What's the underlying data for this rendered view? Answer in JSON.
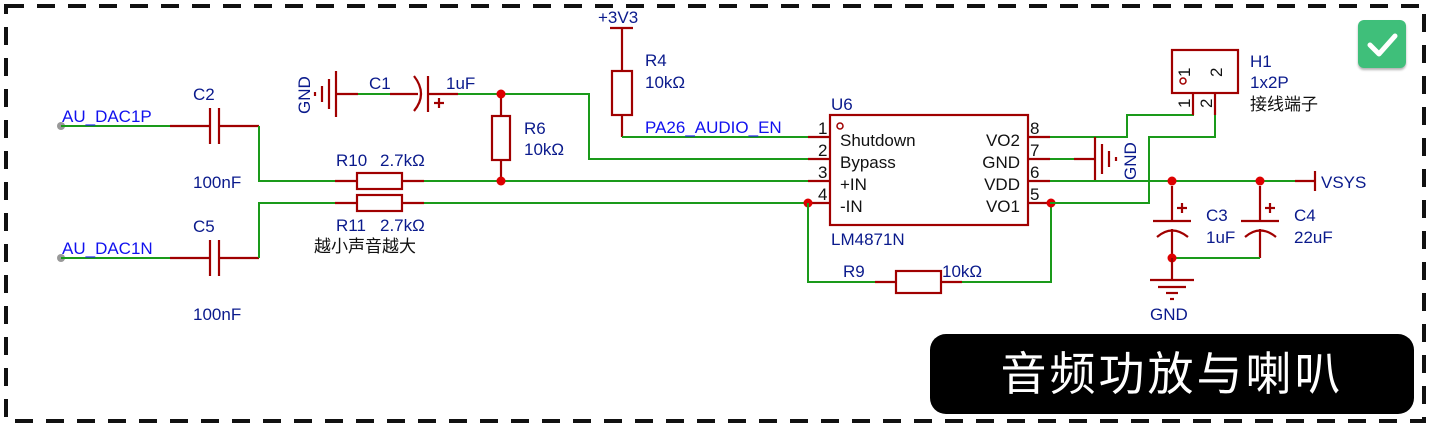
{
  "title": "音频功放与喇叭",
  "status_icon": "check-icon",
  "colors": {
    "wire": "#1a9a1a",
    "part": "#a00000",
    "label": "#0a1a8c",
    "net_label": "#1111ee",
    "junction": "#dd0000",
    "check": "#3fbf7a"
  },
  "nets": {
    "au_dac1p": "AU_DAC1P",
    "au_dac1n": "AU_DAC1N",
    "pa26": "PA26_AUDIO_EN",
    "v3v3": "+3V3",
    "vsys": "VSYS",
    "gnd_c1": "GND",
    "gnd_u6": "GND",
    "gnd_c3": "GND"
  },
  "components": {
    "c2": {
      "ref": "C2",
      "value": "100nF"
    },
    "c5": {
      "ref": "C5",
      "value": "100nF"
    },
    "c1": {
      "ref": "C1",
      "value": "1uF",
      "polarity": "+"
    },
    "r10": {
      "ref": "R10",
      "value": "2.7kΩ"
    },
    "r11": {
      "ref": "R11",
      "value": "2.7kΩ",
      "note": "越小声音越大"
    },
    "r6": {
      "ref": "R6",
      "value": "10kΩ"
    },
    "r4": {
      "ref": "R4",
      "value": "10kΩ"
    },
    "r9": {
      "ref": "R9",
      "value": "10kΩ"
    },
    "c3": {
      "ref": "C3",
      "value": "1uF",
      "polarity": "+"
    },
    "c4": {
      "ref": "C4",
      "value": "22uF",
      "polarity": "+"
    },
    "h1": {
      "ref": "H1",
      "value": "1x2P",
      "note": "接线端子",
      "pins": [
        "1",
        "2"
      ]
    },
    "u6": {
      "ref": "U6",
      "value": "LM4871N",
      "pins_left": [
        {
          "num": "1",
          "name": "Shutdown"
        },
        {
          "num": "2",
          "name": "Bypass"
        },
        {
          "num": "3",
          "name": "+IN"
        },
        {
          "num": "4",
          "name": "-IN"
        }
      ],
      "pins_right": [
        {
          "num": "8",
          "name": "VO2"
        },
        {
          "num": "7",
          "name": "GND"
        },
        {
          "num": "6",
          "name": "VDD"
        },
        {
          "num": "5",
          "name": "VO1"
        }
      ]
    }
  }
}
